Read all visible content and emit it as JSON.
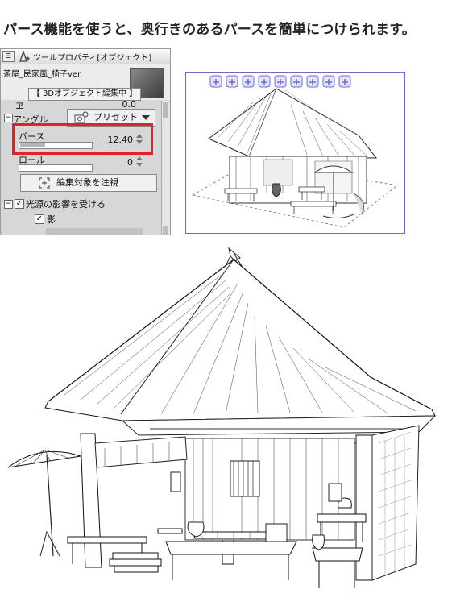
{
  "headline": "パース機能を使うと、奥行きのあるパースを簡単につけられます。",
  "panel": {
    "title": "ツールプロパティ[オブジェクト]",
    "object_name": "茶屋_民家風_椅子ver",
    "editing_label": "【 3Dオブジェクト編集中 】",
    "partial_value": "0.0",
    "angle_label": "アングル",
    "preset_label": "プリセット",
    "perspective_label": "パース",
    "perspective_value": "12.40",
    "roll_label": "ロール",
    "roll_value": "0",
    "focus_button_label": "編集対象を注視",
    "light_source_label": "光源の影響を受ける",
    "shadow_label": "影",
    "perspective_level": 0.35
  },
  "viewport": {
    "accent": "#6b6ccf",
    "toolbar_icons": [
      "rotate-icon",
      "move-icon",
      "pan-icon",
      "rotate-3d-icon",
      "cube-move-icon",
      "cube-rotate-icon",
      "scale-icon",
      "camera-icon",
      "reset-icon"
    ]
  },
  "colors": {
    "highlight": "#e52222",
    "panel_bg": "#d7d7d7"
  }
}
